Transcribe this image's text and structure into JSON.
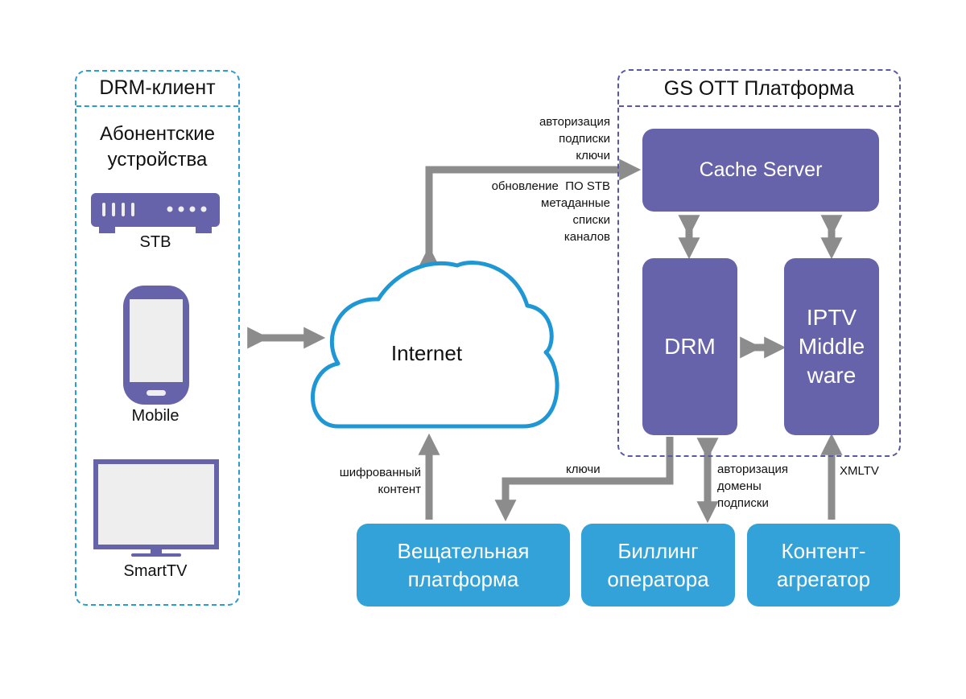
{
  "colors": {
    "client_border": "#2a9bd3",
    "platform_border": "#5a57a6",
    "purple_node": "#6663aa",
    "blue_node": "#33a2d8",
    "arrow": "#8c8c8c",
    "cloud_stroke": "#1f97d4"
  },
  "drm_client": {
    "title": "DRM-клиент",
    "subtitle_line1": "Абонентские",
    "subtitle_line2": "устройства",
    "devices": [
      {
        "icon": "set-top-box-icon",
        "label": "STB"
      },
      {
        "icon": "smartphone-icon",
        "label": "Mobile"
      },
      {
        "icon": "tv-icon",
        "label": "SmartTV"
      }
    ]
  },
  "internet": {
    "icon": "cloud-icon",
    "label": "Internet"
  },
  "platform": {
    "title": "GS OTT  Платформа",
    "cache_server": "Cache Server",
    "drm": "DRM",
    "middleware_line1": "IPTV",
    "middleware_line2": "Middle",
    "middleware_line3": "ware"
  },
  "external": {
    "broadcast_line1": "Вещательная",
    "broadcast_line2": "платформа",
    "billing_line1": "Биллинг",
    "billing_line2": "оператора",
    "aggregator_line1": "Контент-",
    "aggregator_line2": "агрегатор"
  },
  "edge_labels": {
    "cache_top": [
      "авторизация",
      "подписки",
      "ключи"
    ],
    "cache_bottom": [
      "обновление  ПО STB",
      "метаданные",
      "списки",
      "каналов"
    ],
    "encrypted": [
      "шифрованный",
      "контент"
    ],
    "keys": "ключи",
    "billing": [
      "авторизация",
      "домены",
      "подписки"
    ],
    "xmltv": "XMLTV"
  }
}
